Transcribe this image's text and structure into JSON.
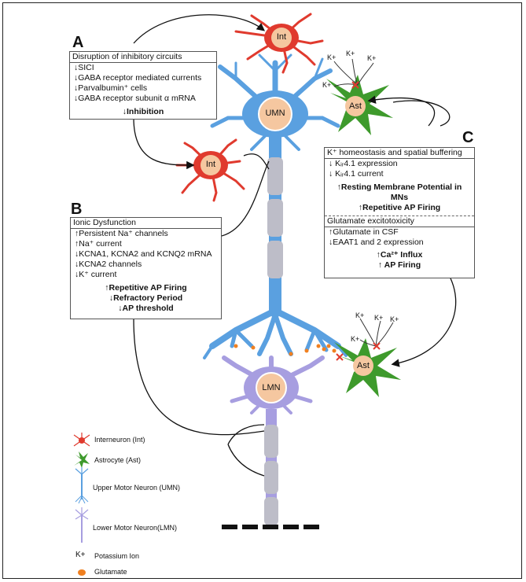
{
  "panels": {
    "a": {
      "letter": "A",
      "heading": "Disruption of inhibitory circuits",
      "lines": [
        "SICI",
        "GABA receptor mediated currents",
        "Parvalbumin⁺ cells",
        "GABA receptor subunit α mRNA"
      ],
      "outcome": "Inhibition"
    },
    "b": {
      "letter": "B",
      "heading": "Ionic Dysfunction",
      "lines": [
        "Persistent Na⁺ channels",
        "Na⁺ current",
        "KCNA1, KCNA2 and KCNQ2 mRNA",
        "KCNA2 channels",
        "K⁺ current"
      ],
      "outcomes": [
        "Repetitive AP Firing",
        "Refractory Period",
        "AP threshold"
      ]
    },
    "c": {
      "letter": "C",
      "heading1": "K⁺ homeostasis and spatial buffering",
      "lines1": [
        "Kᵢᵣ4.1 expression",
        "Kᵢᵣ4.1 current"
      ],
      "outcomes1": [
        "Resting Membrane Potential in",
        "MNs",
        "Repetitive AP Firing"
      ],
      "heading2": "Glutamate excitotoxicity",
      "lines2": [
        "Glutamate in CSF",
        "EAAT1 and 2 expression"
      ],
      "outcomes2": [
        "Ca²⁺ Influx",
        "AP Firing"
      ]
    }
  },
  "cells": {
    "int_top": "Int",
    "int_mid": "Int",
    "umn": "UMN",
    "lmn": "LMN",
    "ast_top": "Ast",
    "ast_bottom": "Ast"
  },
  "ions": {
    "top": [
      "K+",
      "K+",
      "K+",
      "K+"
    ],
    "bottom": [
      "K+",
      "K+",
      "K+",
      "K+"
    ]
  },
  "legend": [
    {
      "icon": "interneuron-icon",
      "label": "Interneuron (Int)"
    },
    {
      "icon": "astrocyte-icon",
      "label": "Astrocyte (Ast)"
    },
    {
      "icon": "upper-motor-neuron-icon",
      "label": "Upper Motor Neuron (UMN)"
    },
    {
      "icon": "lower-motor-neuron-icon",
      "label": "Lower Motor Neuron(LMN)"
    },
    {
      "icon": "potassium-ion-icon",
      "label": "Potassium Ion",
      "symbol": "K+"
    },
    {
      "icon": "glutamate-icon",
      "label": "Glutamate"
    }
  ],
  "colors": {
    "interneuron": "#e03a2e",
    "umn": "#5aa0e0",
    "lmn": "#a79ee0",
    "astrocyte": "#3e9a2c",
    "soma": "#f5c7a0",
    "axon": "#bdbdc8",
    "glutamate": "#f08020"
  }
}
